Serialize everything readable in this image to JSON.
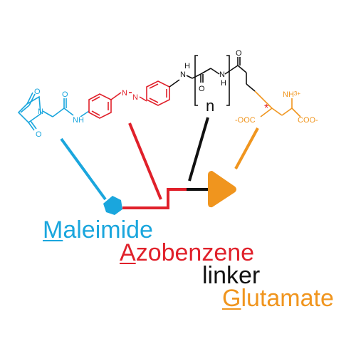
{
  "labels": {
    "maleimide": {
      "first": "M",
      "rest": "aleimide"
    },
    "azobenzene": {
      "first": "A",
      "rest": "zobenzene"
    },
    "linker": {
      "text": "linker"
    },
    "glutamate": {
      "first": "G",
      "rest": "lutamate"
    }
  },
  "atoms": {
    "o_top": "O",
    "o_bottom": "O",
    "n_maleimide": "N",
    "o_amide": "O",
    "nh_amide": "H",
    "n_amide_nh": "N",
    "azo_n1": "N",
    "azo_n2": "N",
    "nh_right": "N",
    "h_right": "H",
    "o_peg1": "O",
    "nh_peg": "N",
    "h_peg": "H",
    "o_peg2": "O",
    "repeat_n": "n",
    "nh3": "NH",
    "nh3_plus": "3+",
    "coo_left": "-OOC",
    "coo_right": "COO-",
    "stereo_star": "*"
  },
  "colors": {
    "maleimide": "#1aa6dd",
    "azobenzene": "#e0202a",
    "linker": "#111111",
    "glutamate": "#f0951e"
  }
}
